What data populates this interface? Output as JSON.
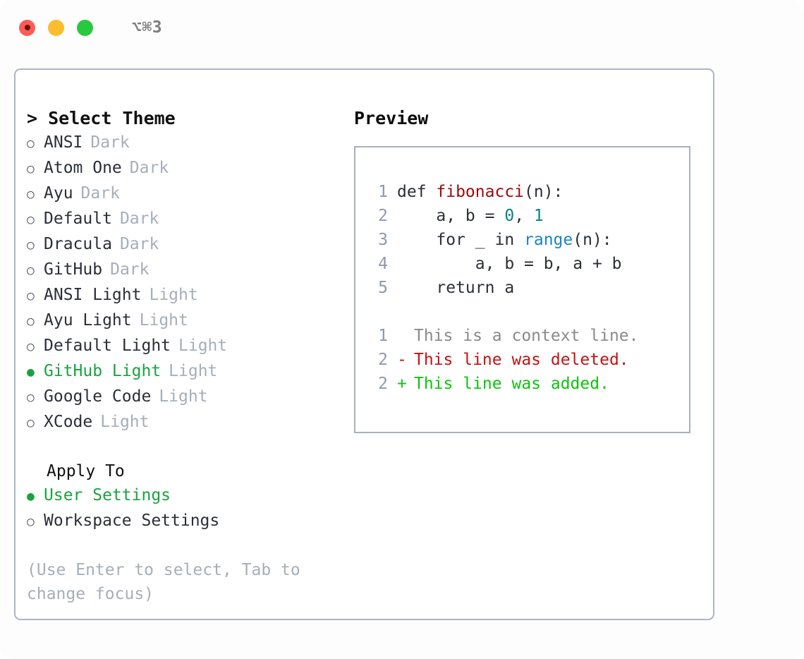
{
  "titlebar": {
    "shortcut": "⌥⌘3",
    "lights": [
      {
        "name": "close",
        "color": "#fb5c55"
      },
      {
        "name": "minimize",
        "color": "#fbbd2e"
      },
      {
        "name": "maximize",
        "color": "#27c93f"
      }
    ]
  },
  "theme_picker": {
    "title": "> Select Theme",
    "marker_unselected": "○",
    "marker_selected": "●",
    "selected_color": "#19a340",
    "items": [
      {
        "name": "ANSI",
        "category": "Dark",
        "selected": false
      },
      {
        "name": "Atom One",
        "category": "Dark",
        "selected": false
      },
      {
        "name": "Ayu",
        "category": "Dark",
        "selected": false
      },
      {
        "name": "Default",
        "category": "Dark",
        "selected": false
      },
      {
        "name": "Dracula",
        "category": "Dark",
        "selected": false
      },
      {
        "name": "GitHub",
        "category": "Dark",
        "selected": false
      },
      {
        "name": "ANSI Light",
        "category": "Light",
        "selected": false
      },
      {
        "name": "Ayu Light",
        "category": "Light",
        "selected": false
      },
      {
        "name": "Default Light",
        "category": "Light",
        "selected": false
      },
      {
        "name": "GitHub Light",
        "category": "Light",
        "selected": true
      },
      {
        "name": "Google Code",
        "category": "Light",
        "selected": false
      },
      {
        "name": "XCode",
        "category": "Light",
        "selected": false
      }
    ]
  },
  "apply_to": {
    "title": "Apply To",
    "options": [
      {
        "label": "User Settings",
        "selected": true
      },
      {
        "label": "Workspace Settings",
        "selected": false
      }
    ]
  },
  "hint": "(Use Enter to select, Tab to change focus)",
  "preview": {
    "title": "Preview",
    "code_lines": [
      {
        "no": "1",
        "segments": [
          {
            "text": "def ",
            "kind": "plain"
          },
          {
            "text": "fibonacci",
            "kind": "fn"
          },
          {
            "text": "(n):",
            "kind": "plain"
          }
        ]
      },
      {
        "no": "2",
        "segments": [
          {
            "text": "    a, b = ",
            "kind": "plain"
          },
          {
            "text": "0",
            "kind": "num"
          },
          {
            "text": ", ",
            "kind": "plain"
          },
          {
            "text": "1",
            "kind": "num"
          }
        ]
      },
      {
        "no": "3",
        "segments": [
          {
            "text": "    for _ in ",
            "kind": "plain"
          },
          {
            "text": "range",
            "kind": "call"
          },
          {
            "text": "(n):",
            "kind": "plain"
          }
        ]
      },
      {
        "no": "4",
        "segments": [
          {
            "text": "        a, b = b, a + b",
            "kind": "plain"
          }
        ]
      },
      {
        "no": "5",
        "segments": [
          {
            "text": "    return a",
            "kind": "plain"
          }
        ]
      }
    ],
    "diff_lines": [
      {
        "no": "1",
        "mark": " ",
        "text": "This is a context line.",
        "type": "context"
      },
      {
        "no": "2",
        "mark": "-",
        "text": "This line was deleted.",
        "type": "del"
      },
      {
        "no": "2",
        "mark": "+",
        "text": "This line was added.",
        "type": "add"
      }
    ],
    "colors": {
      "function": "#9c0b0b",
      "number": "#0d8080",
      "builtin": "#1a85c4",
      "deleted": "#c61212",
      "added": "#0ec40e",
      "context": "#8a8a8a",
      "lineno": "#8d99a9",
      "border": "#a8b0bd"
    }
  }
}
